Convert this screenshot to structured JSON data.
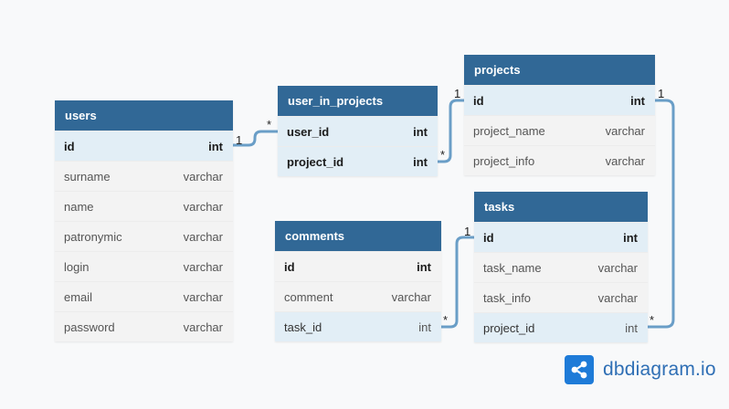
{
  "tables": [
    {
      "id": "users",
      "name": "users",
      "fields": [
        {
          "name": "id",
          "type": "int",
          "pk": true
        },
        {
          "name": "surname",
          "type": "varchar"
        },
        {
          "name": "name",
          "type": "varchar"
        },
        {
          "name": "patronymic",
          "type": "varchar"
        },
        {
          "name": "login",
          "type": "varchar"
        },
        {
          "name": "email",
          "type": "varchar"
        },
        {
          "name": "password",
          "type": "varchar"
        }
      ]
    },
    {
      "id": "user_in_projects",
      "name": "user_in_projects",
      "fields": [
        {
          "name": "user_id",
          "type": "int",
          "fk": true,
          "bold": true
        },
        {
          "name": "project_id",
          "type": "int",
          "fk": true,
          "bold": true
        }
      ]
    },
    {
      "id": "projects",
      "name": "projects",
      "fields": [
        {
          "name": "id",
          "type": "int",
          "pk": true
        },
        {
          "name": "project_name",
          "type": "varchar"
        },
        {
          "name": "project_info",
          "type": "varchar"
        }
      ]
    },
    {
      "id": "comments",
      "name": "comments",
      "fields": [
        {
          "name": "id",
          "type": "int",
          "pk_plain": true
        },
        {
          "name": "comment",
          "type": "varchar"
        },
        {
          "name": "task_id",
          "type": "int",
          "fk": true
        }
      ]
    },
    {
      "id": "tasks",
      "name": "tasks",
      "fields": [
        {
          "name": "id",
          "type": "int",
          "pk": true
        },
        {
          "name": "task_name",
          "type": "varchar"
        },
        {
          "name": "task_info",
          "type": "varchar"
        },
        {
          "name": "project_id",
          "type": "int",
          "fk": true
        }
      ]
    }
  ],
  "relationships": [
    {
      "from": "users.id",
      "to": "user_in_projects.user_id",
      "from_card": "1",
      "to_card": "*"
    },
    {
      "from": "projects.id",
      "to": "user_in_projects.project_id",
      "from_card": "1",
      "to_card": "*"
    },
    {
      "from": "projects.id",
      "to": "tasks.project_id",
      "from_card": "1",
      "to_card": "*"
    },
    {
      "from": "tasks.id",
      "to": "comments.task_id",
      "from_card": "1",
      "to_card": "*"
    }
  ],
  "brand": {
    "text": "dbdiagram.io",
    "icon": "share-nodes-icon"
  },
  "colors": {
    "header": "#316896",
    "connector": "#6a9ec7",
    "key_row": "#e2eef6",
    "row": "#f3f3f3",
    "brand": "#2f6fb5"
  }
}
